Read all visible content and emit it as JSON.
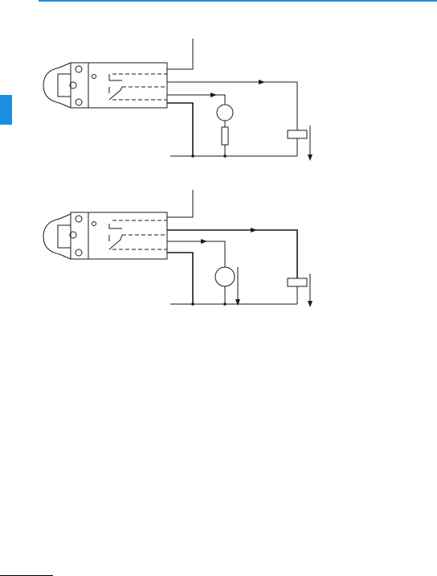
{
  "colors": {
    "accent": "#1b8ee0",
    "line": "#1a1a1a",
    "background": "#ffffff"
  },
  "diagrams": [
    {
      "id": "upper",
      "load": "resistor-and-motor"
    },
    {
      "id": "lower",
      "load": "motor"
    }
  ]
}
